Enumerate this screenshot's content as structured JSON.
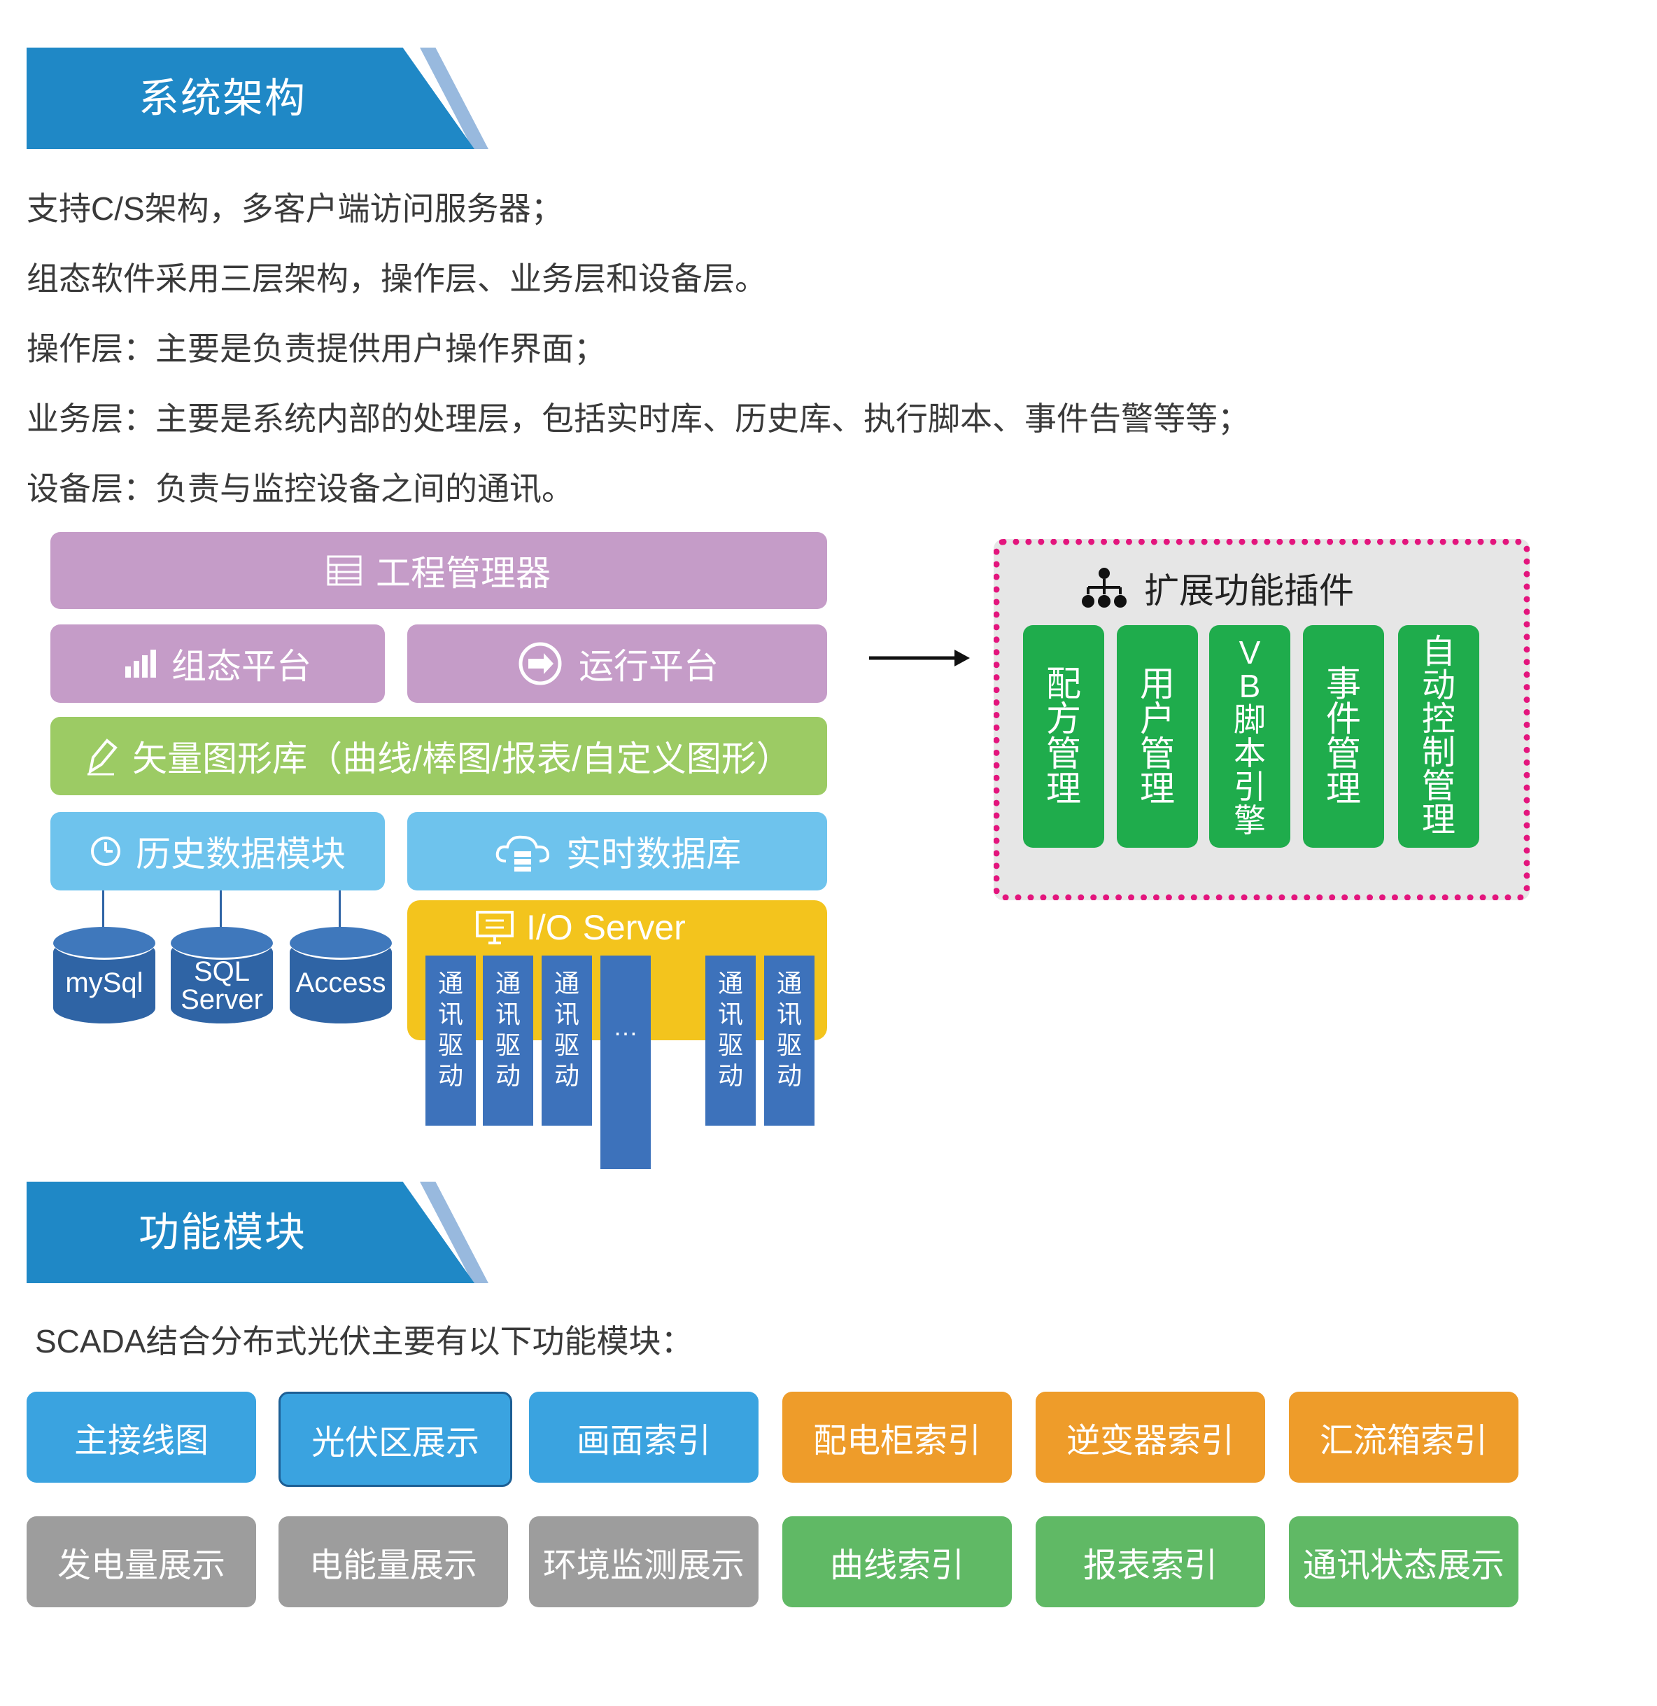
{
  "section1": {
    "title": "系统架构"
  },
  "intro_lines": [
    "支持C/S架构，多客户端访问服务器；",
    "组态软件采用三层架构，操作层、业务层和设备层。",
    "操作层：主要是负责提供用户操作界面；",
    "业务层：主要是系统内部的处理层，包括实时库、历史库、执行脚本、事件告警等等；",
    "设备层：负责与监控设备之间的通讯。"
  ],
  "architecture": {
    "project_manager": "工程管理器",
    "config_platform": "组态平台",
    "runtime_platform": "运行平台",
    "vector_library": "矢量图形库（曲线/棒图/报表/自定义图形）",
    "history_module": "历史数据模块",
    "realtime_db": "实时数据库",
    "databases": [
      "mySql",
      "SQL Server",
      "Access"
    ],
    "io_server": "I/O Server",
    "drivers": [
      "通讯驱动",
      "通讯驱动",
      "通讯驱动",
      "…",
      "通讯驱动",
      "通讯驱动"
    ]
  },
  "plugins": {
    "title": "扩展功能插件",
    "items": [
      "配方管理",
      "用户管理",
      "VB脚本引擎",
      "事件管理",
      "自动控制管理"
    ]
  },
  "section2": {
    "title": "功能模块"
  },
  "modules_intro": "SCADA结合分布式光伏主要有以下功能模块：",
  "modules": [
    "主接线图",
    "光伏区展示",
    "画面索引",
    "配电柜索引",
    "逆变器索引",
    "汇流箱索引",
    "发电量展示",
    "电能量展示",
    "环境监测展示",
    "曲线索引",
    "报表索引",
    "通讯状态展示"
  ],
  "colors": {
    "banner": "#1f88c6",
    "banner_tail": "#98b9de",
    "purple": "#c59cc8",
    "green_bar": "#9ccb64",
    "light_blue": "#6ec3ed",
    "io_yellow": "#f3c41d",
    "driver_blue": "#3d72bb",
    "db_blue": "#2f64a5",
    "plugin_green": "#1fac4c",
    "plugin_border": "#e3157d",
    "tile_blue": "#3aa3e0",
    "tile_orange": "#ee9c2a",
    "tile_gray": "#9d9d9d",
    "tile_green": "#60b965"
  },
  "icons": [
    "list-icon",
    "bar-chart-icon",
    "cycle-arrow-icon",
    "pen-icon",
    "clock-icon",
    "cloud-server-icon",
    "monitor-icon",
    "hierarchy-icon",
    "arrow-right-icon"
  ]
}
